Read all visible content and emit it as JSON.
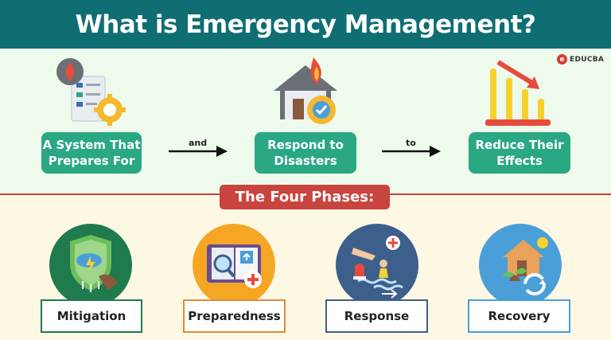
{
  "title": "What is Emergency Management?",
  "brand": {
    "logo_letter": "e",
    "name": "EDUCBA"
  },
  "flow": {
    "steps": [
      "A System That Prepares For",
      "Respond to Disasters",
      "Reduce Their Effects"
    ],
    "connectors": [
      "and",
      "to"
    ]
  },
  "phases": {
    "title": "The Four Phases:",
    "items": [
      {
        "label": "Mitigation",
        "icon": "shield-icon"
      },
      {
        "label": "Preparedness",
        "icon": "book-magnifier-icon"
      },
      {
        "label": "Response",
        "icon": "rescue-icon"
      },
      {
        "label": "Recovery",
        "icon": "rebuild-icon"
      }
    ]
  },
  "colors": {
    "header": "#0f6e73",
    "step": "#2aa883",
    "accent": "#c9443e"
  }
}
